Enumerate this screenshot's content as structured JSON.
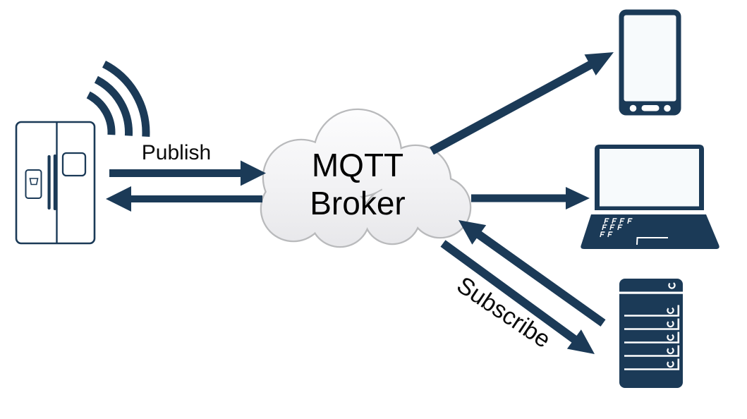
{
  "colors": {
    "background": "#ffffff",
    "navy": "#1b3a57",
    "cloud-border": "#b9babc",
    "device-screen": "#f7fafc",
    "fridge-panel": "#e4e5e7",
    "label-text": "#0a0a0a"
  },
  "broker": {
    "line1": "MQTT",
    "line2": "Broker"
  },
  "labels": {
    "publish": "Publish",
    "subscribe": "Subscribe"
  },
  "icons": {
    "left_device": "refrigerator-icon",
    "signal": "wifi-signal-icon",
    "center_node": "mqtt-broker-cloud",
    "right_top": "smartphone-icon",
    "right_middle": "laptop-icon",
    "right_bottom": "server-icon",
    "arrows": [
      "publish-arrow-to-broker",
      "broker-arrow-to-fridge",
      "broker-arrow-to-phone",
      "broker-arrow-to-laptop",
      "broker-arrow-to-server",
      "subscribe-arrow-to-broker"
    ]
  }
}
